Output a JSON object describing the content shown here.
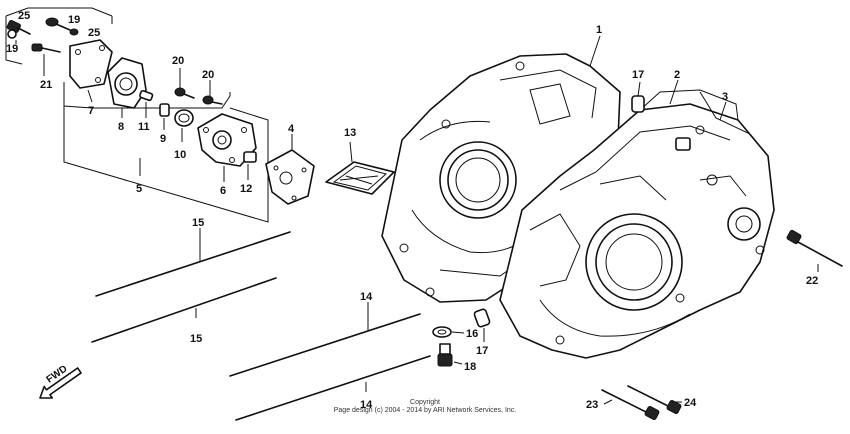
{
  "callouts": [
    {
      "id": "c1",
      "label": "1"
    },
    {
      "id": "c2",
      "label": "2"
    },
    {
      "id": "c3",
      "label": "3"
    },
    {
      "id": "c4",
      "label": "4"
    },
    {
      "id": "c5",
      "label": "5"
    },
    {
      "id": "c6",
      "label": "6"
    },
    {
      "id": "c7",
      "label": "7"
    },
    {
      "id": "c8",
      "label": "8"
    },
    {
      "id": "c9",
      "label": "9"
    },
    {
      "id": "c10",
      "label": "10"
    },
    {
      "id": "c11",
      "label": "11"
    },
    {
      "id": "c12",
      "label": "12"
    },
    {
      "id": "c13",
      "label": "13"
    },
    {
      "id": "c14a",
      "label": "14"
    },
    {
      "id": "c14b",
      "label": "14"
    },
    {
      "id": "c15a",
      "label": "15"
    },
    {
      "id": "c15b",
      "label": "15"
    },
    {
      "id": "c16",
      "label": "16"
    },
    {
      "id": "c17a",
      "label": "17"
    },
    {
      "id": "c17b",
      "label": "17"
    },
    {
      "id": "c18",
      "label": "18"
    },
    {
      "id": "c19a",
      "label": "19"
    },
    {
      "id": "c19b",
      "label": "19"
    },
    {
      "id": "c20a",
      "label": "20"
    },
    {
      "id": "c20b",
      "label": "20"
    },
    {
      "id": "c21",
      "label": "21"
    },
    {
      "id": "c22",
      "label": "22"
    },
    {
      "id": "c23",
      "label": "23"
    },
    {
      "id": "c24",
      "label": "24"
    },
    {
      "id": "c25a",
      "label": "25"
    },
    {
      "id": "c25b",
      "label": "25"
    }
  ],
  "direction_marker": "FWD",
  "copyright_line1": "Copyright",
  "copyright_line2": "Page design (c) 2004 - 2014 by ARI Network Services, Inc."
}
